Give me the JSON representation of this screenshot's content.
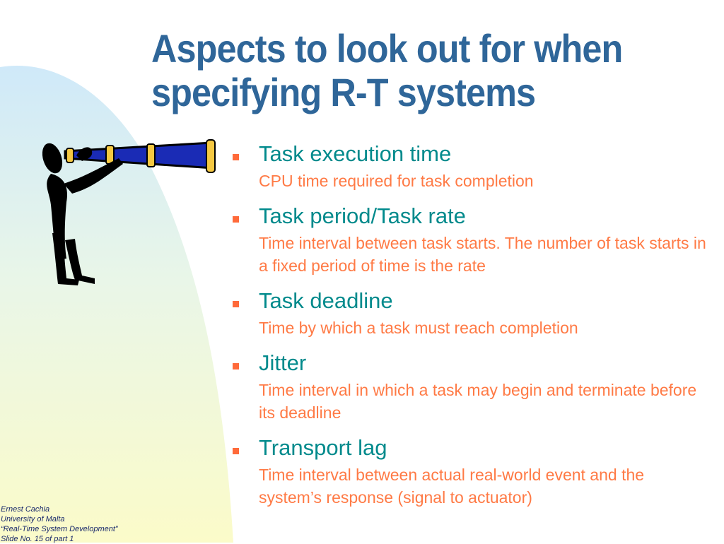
{
  "slide": {
    "title_line1": "Aspects to look out for when",
    "title_line2": "specifying R-T systems",
    "bullets": [
      {
        "heading": "Task execution time",
        "desc": "CPU time required for task completion"
      },
      {
        "heading": "Task period/Task rate",
        "desc": "Time interval between task starts. The number of task starts in a fixed period of time is the rate"
      },
      {
        "heading": "Task deadline",
        "desc": "Time by which a task must reach completion"
      },
      {
        "heading": "Jitter",
        "desc": "Time interval in which a task may begin and terminate before its deadline"
      },
      {
        "heading": "Transport lag",
        "desc": "Time interval between actual real-world event and the system’s response (signal to actuator)"
      }
    ]
  },
  "footer": {
    "line1": "Ernest Cachia",
    "line2": "University of Malta",
    "line3": "“Real-Time System Development”",
    "line4": "Slide No. 15 of part 1"
  },
  "colors": {
    "title": "#2f6699",
    "heading": "#008a8c",
    "desc": "#ff7a45",
    "bullet": "#ff6a3a",
    "telescope": "#1a2bb5",
    "telescope_bands": "#f5c842"
  },
  "icons": {
    "figure": "person-with-telescope-clipart",
    "bullet": "square-bullet-icon"
  }
}
